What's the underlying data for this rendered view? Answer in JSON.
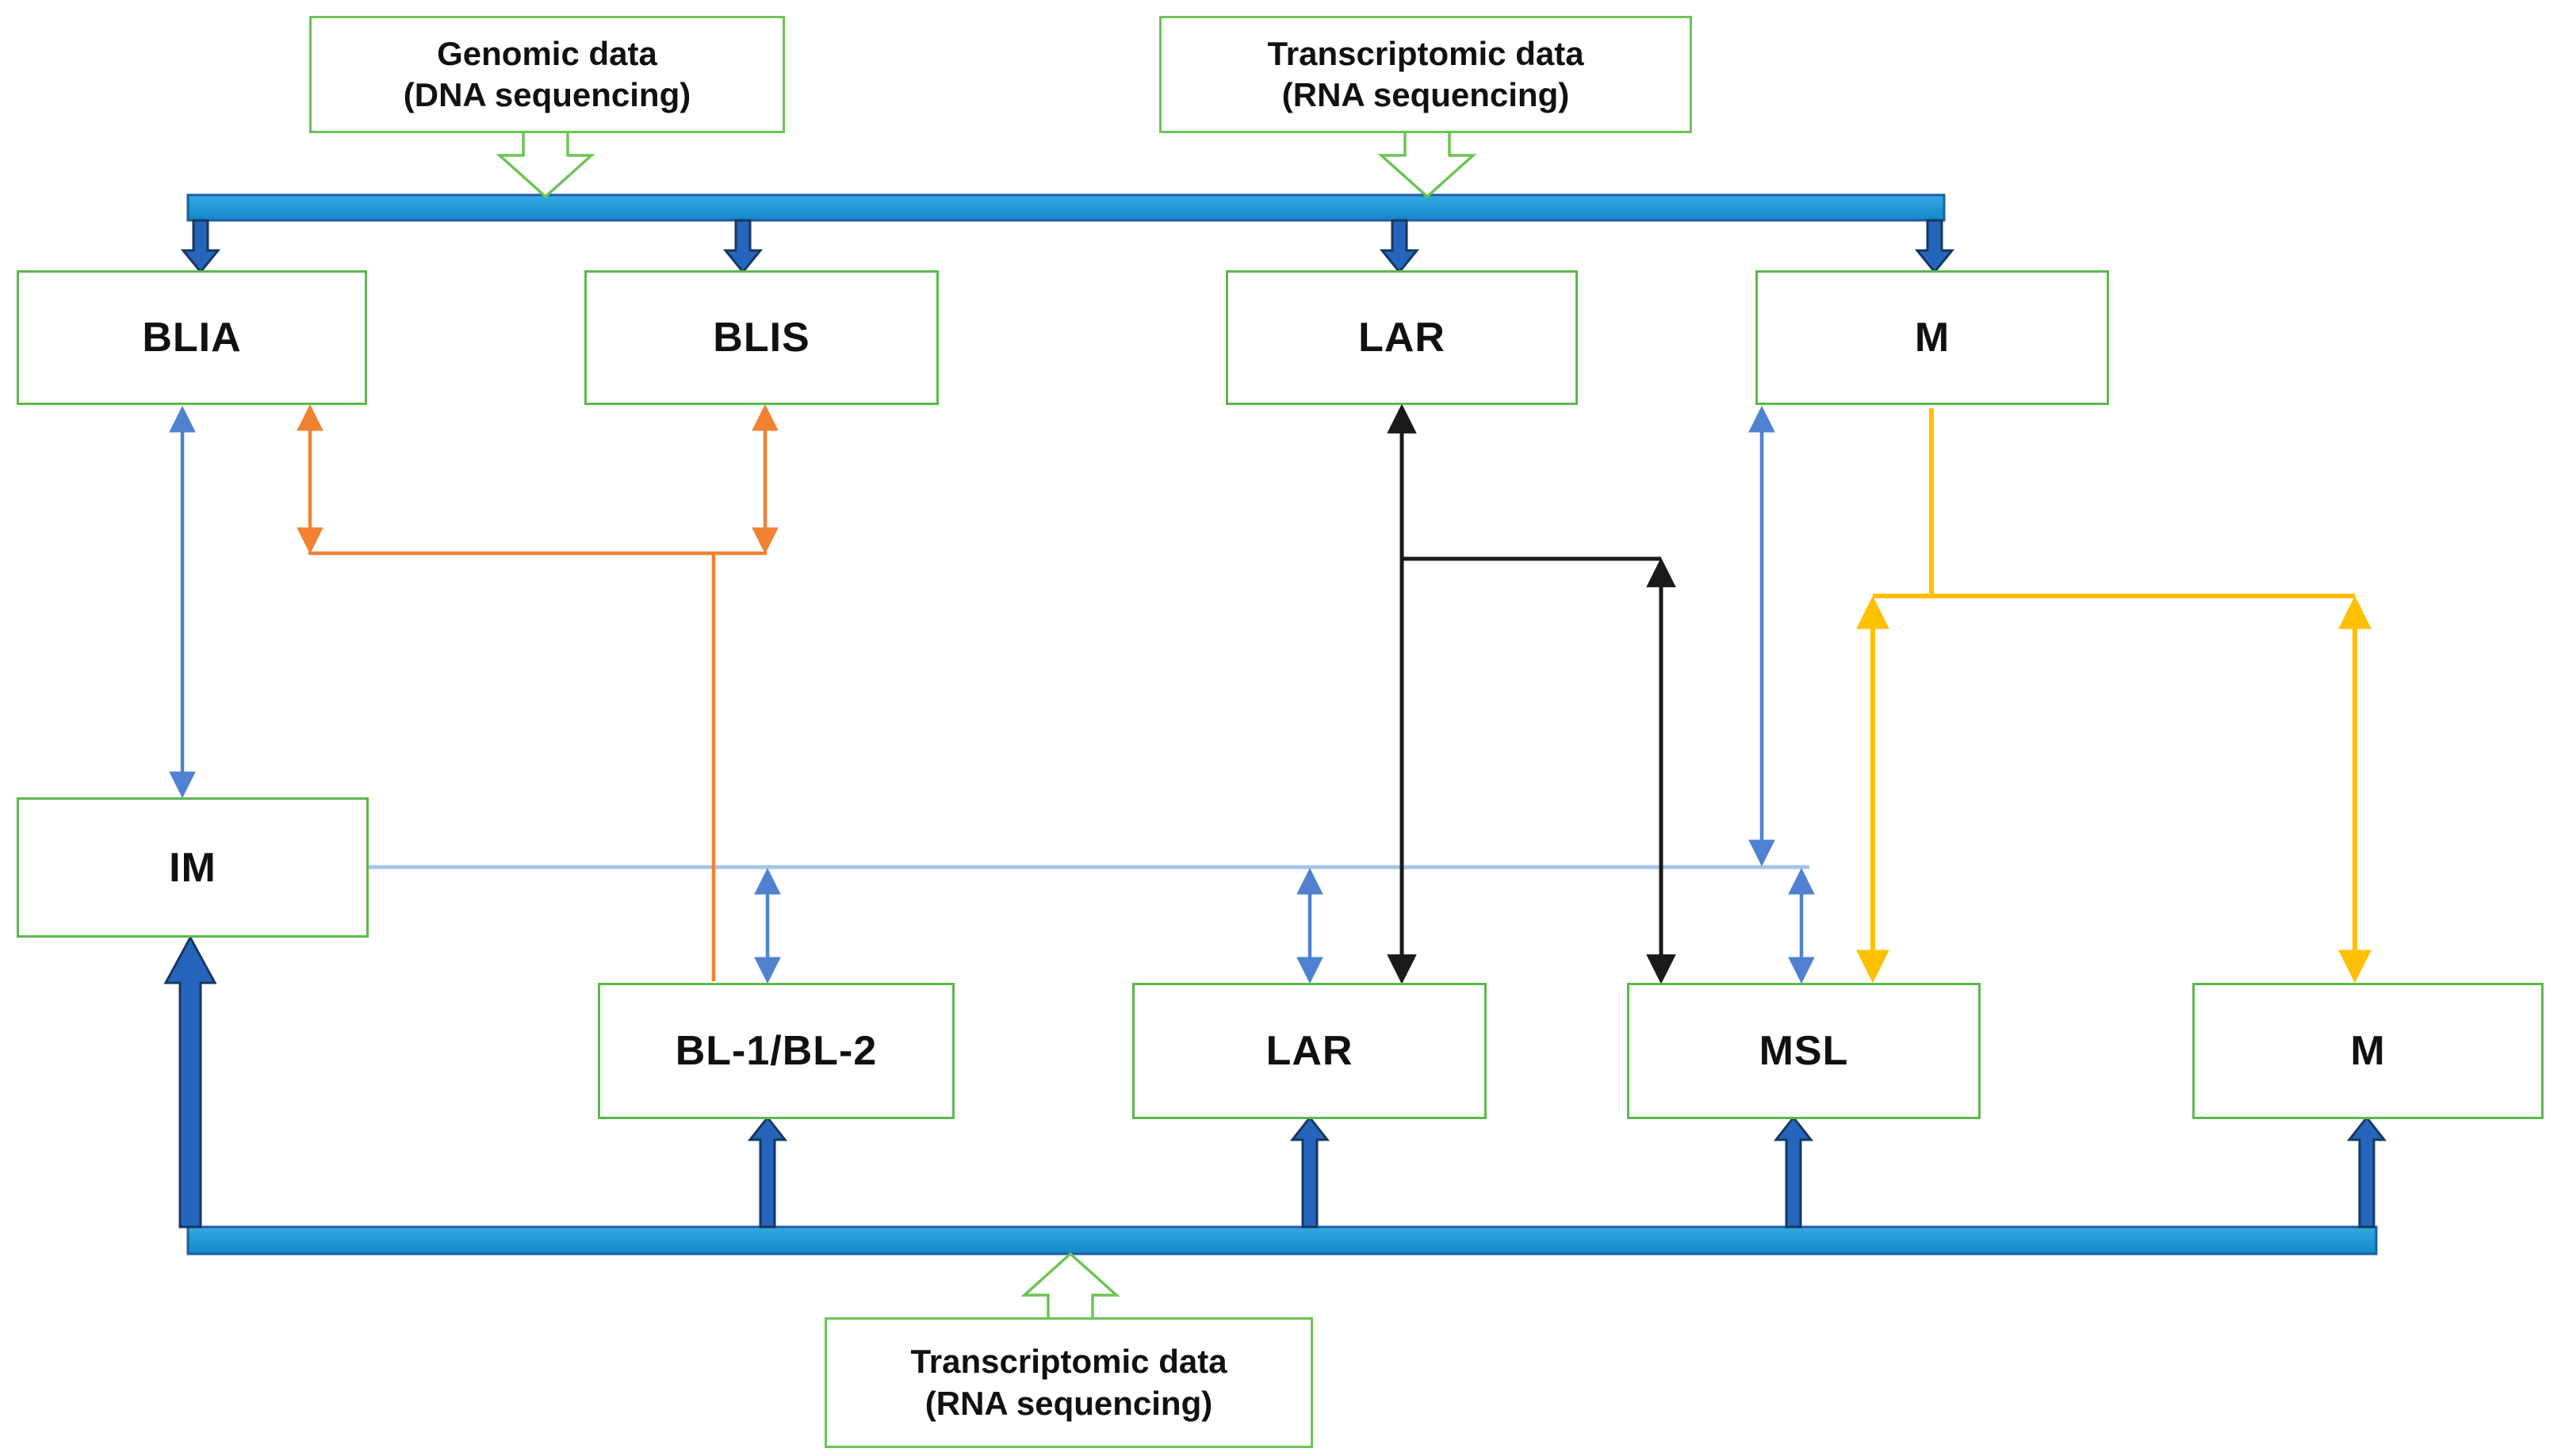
{
  "labels": {
    "genomic_top": {
      "line1": "Genomic data",
      "line2": "(DNA sequencing)"
    },
    "transcriptomic_top": {
      "line1": "Transcriptomic data",
      "line2": "(RNA sequencing)"
    },
    "transcriptomic_bottom": {
      "line1": "Transcriptomic data",
      "line2": "(RNA sequencing)"
    }
  },
  "nodes": {
    "top": [
      {
        "label": "BLIA"
      },
      {
        "label": "BLIS"
      },
      {
        "label": "LAR"
      },
      {
        "label": "M"
      }
    ],
    "middle": [
      {
        "label": "IM"
      }
    ],
    "bottom": [
      {
        "label": "BL-1/BL-2"
      },
      {
        "label": "LAR"
      },
      {
        "label": "MSL"
      },
      {
        "label": "M"
      }
    ]
  },
  "colors": {
    "node_border_green": "#5CB84C",
    "label_border_green": "#6CC455",
    "data_bar_fill": "#1D96D5",
    "data_bar_border": "#1E5FA8",
    "block_arrow_fill": "#2566BC",
    "block_arrow_border": "#17375E",
    "thin_blue_arrow": "#4F81D0",
    "light_blue_line": "#A5C4E8",
    "orange_arrow": "#F08232",
    "yellow_arrow": "#FFC000",
    "black_arrow": "#1A1A1A"
  }
}
